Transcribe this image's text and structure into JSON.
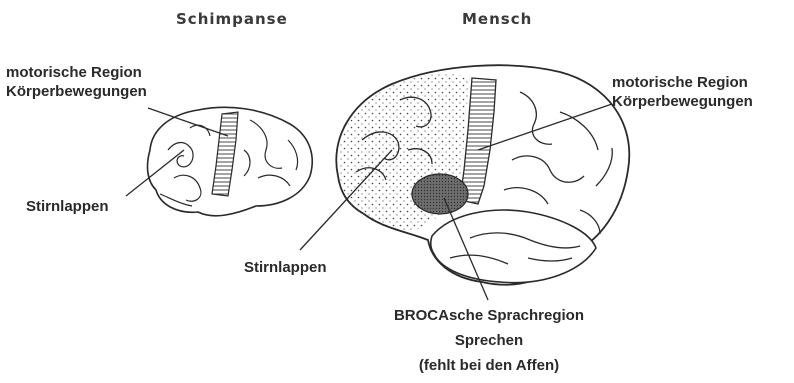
{
  "titles": {
    "chimp": "Schimpanse",
    "human": "Mensch"
  },
  "chimp_labels": {
    "motor_line1": "motorische Region",
    "motor_line2": "Körperbewegungen",
    "frontal": "Stirnlappen"
  },
  "human_labels": {
    "motor_line1": "motorische Region",
    "motor_line2": "Körperbewegungen",
    "frontal": "Stirnlappen",
    "broca_line1": "BROCAsche Sprachregion",
    "broca_line2": "Sprechen",
    "broca_line3": "(fehlt bei den Affen)"
  },
  "colors": {
    "ink": "#2a2a2a",
    "broca_fill": "#7a7a7a"
  }
}
